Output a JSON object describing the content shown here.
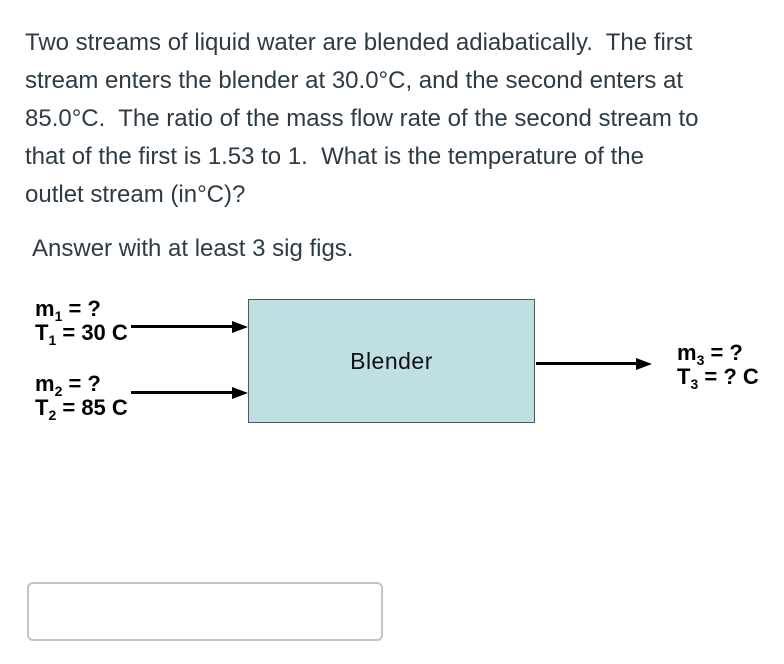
{
  "question": {
    "lines": [
      "Two streams of liquid water are blended adiabatically.  The first",
      "stream enters the blender at 30.0°C, and the second enters at",
      "85.0°C.  The ratio of the mass flow rate of the second stream to",
      "that of the first is 1.53 to 1.  What is the temperature of the",
      "outlet stream (in°C)?"
    ],
    "full_text": "Two streams of liquid water are blended adiabatically.  The first stream enters the blender at 30.0°C, and the second enters at 85.0°C.  The ratio of the mass flow rate of the second stream to that of the first is 1.53 to 1.  What is the temperature of the outlet stream (in°C)?",
    "note": "Answer with at least 3 sig figs."
  },
  "diagram": {
    "blender_label": "Blender",
    "streams": {
      "inlet1": {
        "m_base": "m",
        "m_sub": "1",
        "m_rest": " = ?",
        "t_base": "T",
        "t_sub": "1",
        "t_rest": " = 30 C"
      },
      "inlet2": {
        "m_base": "m",
        "m_sub": "2",
        "m_rest": " = ?",
        "t_base": "T",
        "t_sub": "2",
        "t_rest": " = 85 C"
      },
      "outlet": {
        "m_base": "m",
        "m_sub": "3",
        "m_rest": " = ?",
        "t_base": "T",
        "t_sub": "3",
        "t_rest": " = ? C"
      }
    },
    "colors": {
      "box_fill": "#c0dfe4",
      "box_border": "#555555",
      "arrow": "#000000",
      "label_text": "#000000"
    }
  },
  "answer_input": {
    "value": "",
    "placeholder": ""
  },
  "colors": {
    "body_text": "#2d3b45",
    "background": "#ffffff",
    "input_border": "#c4c4c4"
  }
}
